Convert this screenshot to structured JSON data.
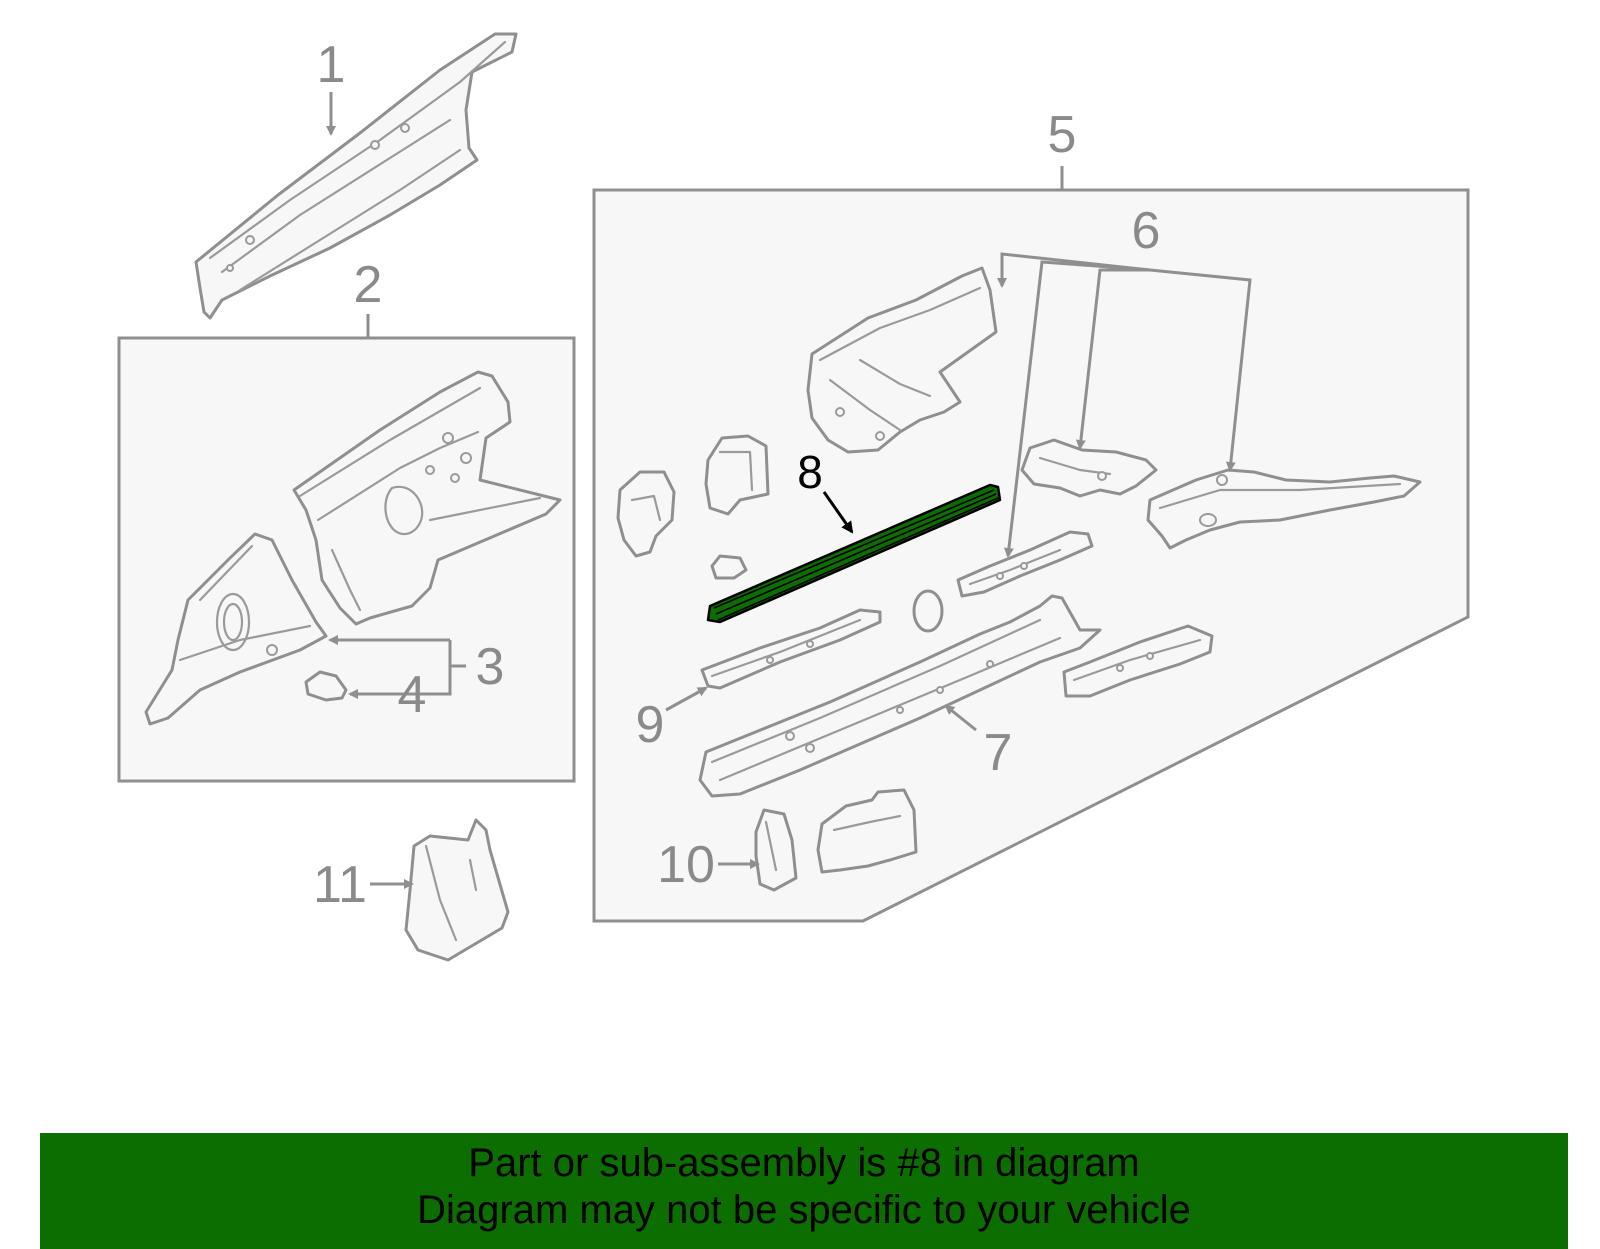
{
  "callouts": {
    "c1": "1",
    "c2": "2",
    "c3": "3",
    "c4": "4",
    "c5": "5",
    "c6": "6",
    "c7": "7",
    "c8": "8",
    "c9": "9",
    "c10": "10",
    "c11": "11"
  },
  "highlighted_part": "8",
  "colors": {
    "highlight": "#0d6e00",
    "line": "#8f8f8f",
    "part_fill": "#f7f7f7"
  },
  "banner": {
    "line1": "Part or sub-assembly is #8 in diagram",
    "line2": "Diagram may not be specific to your vehicle"
  }
}
